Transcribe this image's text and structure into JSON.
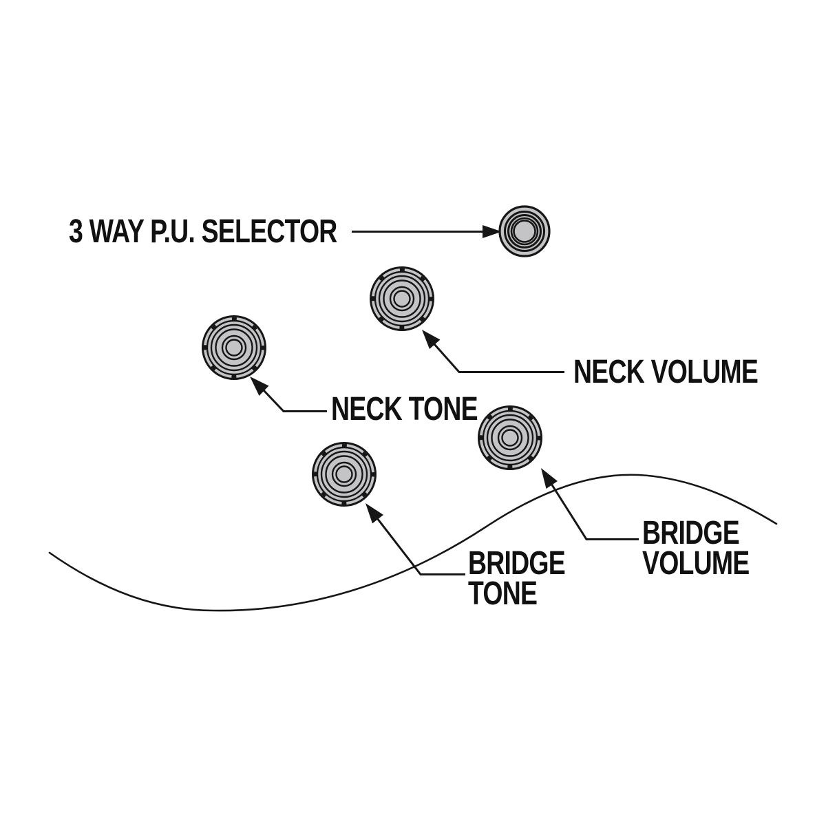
{
  "diagram": {
    "callouts": {
      "pickup_selector": {
        "label": "3 WAY P.U. SELECTOR"
      },
      "neck_volume": {
        "label": "NECK VOLUME"
      },
      "neck_tone": {
        "label": "NECK TONE"
      },
      "bridge_volume": {
        "line1": "BRIDGE",
        "line2": "VOLUME"
      },
      "bridge_tone": {
        "line1": "BRIDGE",
        "line2": "TONE"
      }
    },
    "colors": {
      "background": "#ffffff",
      "knob_fill": "#c4c4c6",
      "outline": "#161616",
      "text": "#111111"
    }
  }
}
